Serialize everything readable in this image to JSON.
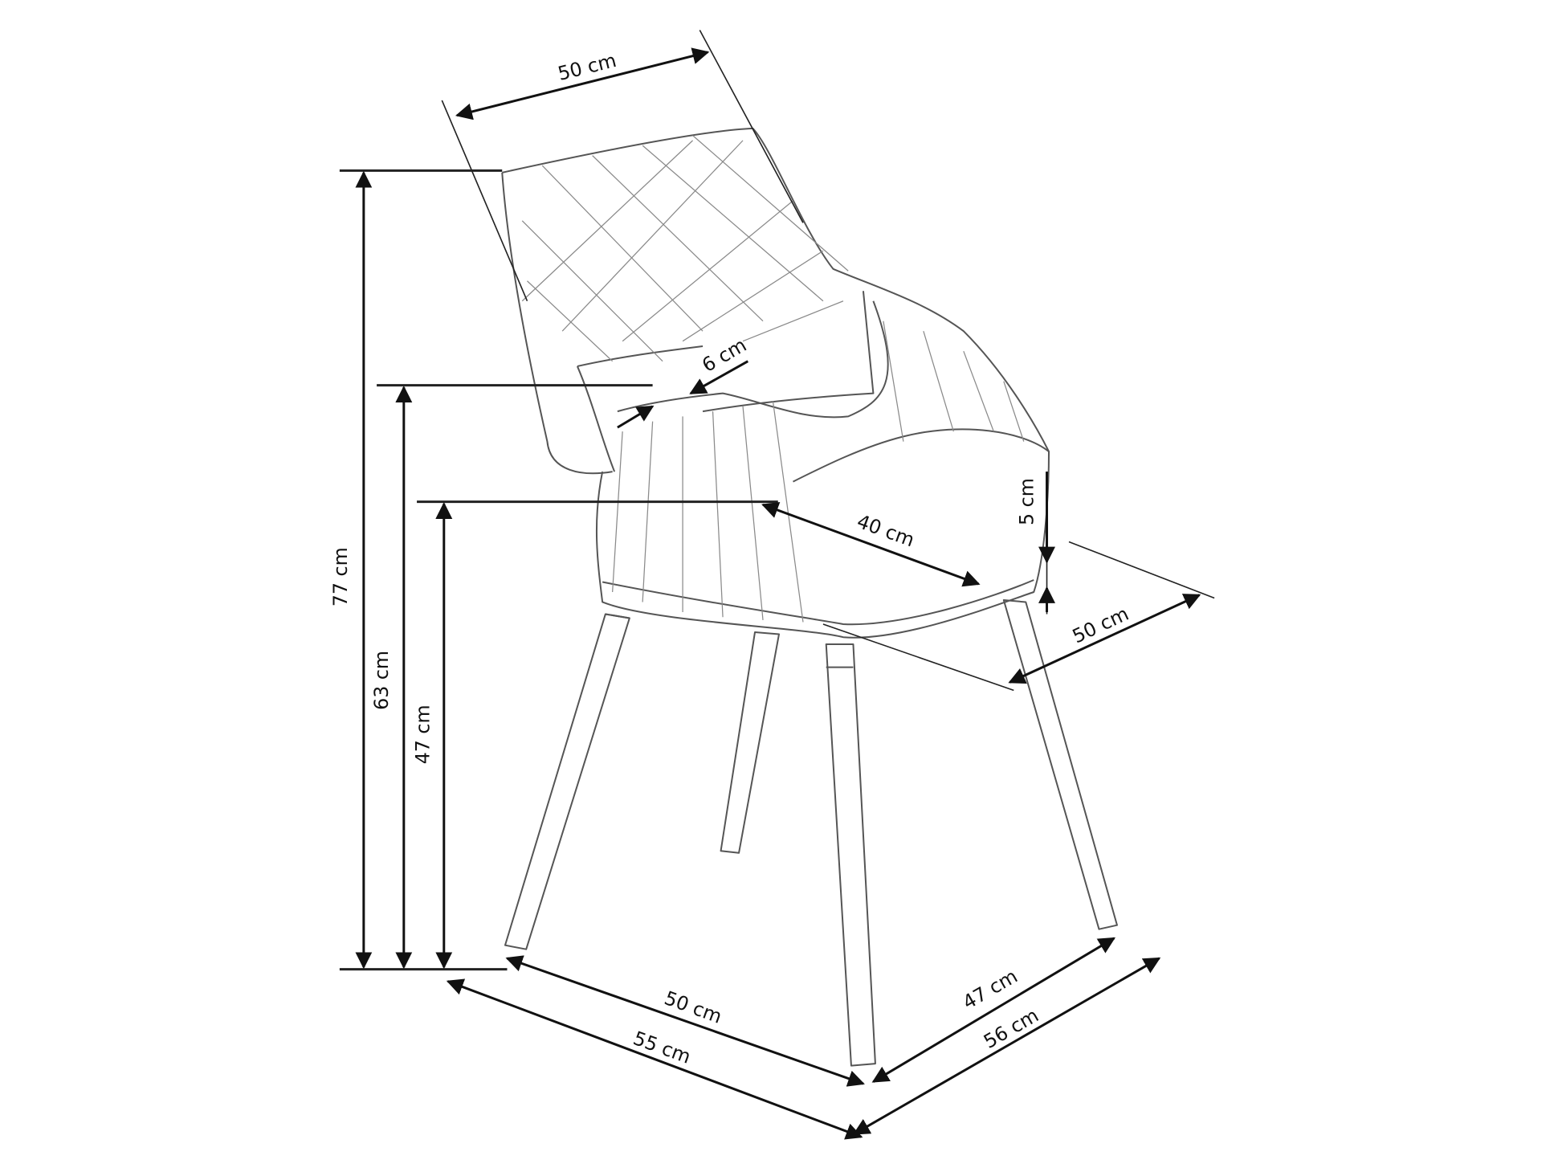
{
  "diagram": {
    "subject": "armchair",
    "colors": {
      "line": "#111111",
      "sketch": "#555555",
      "background": "#ffffff"
    },
    "dimensions": {
      "back_width": "50 cm",
      "total_height": "77 cm",
      "armrest_height": "63 cm",
      "seat_height": "47 cm",
      "armrest_thickness": "6 cm",
      "seat_depth": "40 cm",
      "seat_thickness": "5 cm",
      "seat_width": "50 cm",
      "leg_span_front": "50 cm",
      "overall_width": "55 cm",
      "leg_span_side": "47 cm",
      "overall_depth": "56 cm"
    }
  }
}
